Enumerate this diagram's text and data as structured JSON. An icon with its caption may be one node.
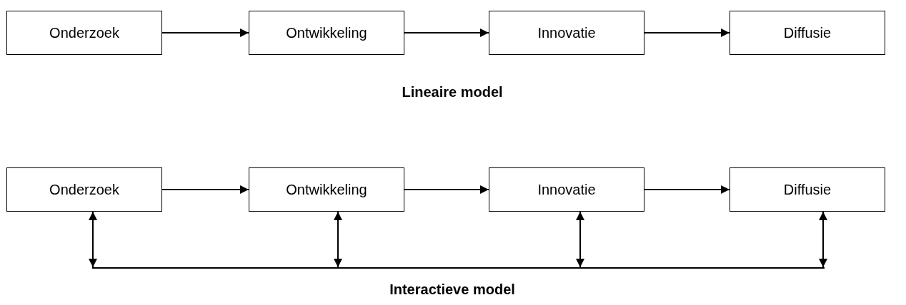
{
  "diagram": {
    "nodes": [
      {
        "text": [
          "Onderzoek"
        ]
      },
      {
        "text": [
          "Ontwikkeling"
        ]
      },
      {
        "text": [
          "Innovatie"
        ]
      },
      {
        "text": [
          "Diffusie"
        ]
      },
      {
        "text": [
          "Onderzoek"
        ]
      },
      {
        "text": [
          "Ontwikkeling"
        ]
      },
      {
        "text": [
          "Innovatie"
        ]
      },
      {
        "text": [
          "Diffusie"
        ]
      },
      {
        "text": [],
        "shape": "bar"
      }
    ],
    "edges": [
      {
        "from": 0,
        "to": 1,
        "arrow": "to"
      },
      {
        "from": 1,
        "to": 2,
        "arrow": "to"
      },
      {
        "from": 2,
        "to": 3,
        "arrow": "to"
      },
      {
        "from": 4,
        "to": 5,
        "arrow": "to"
      },
      {
        "from": 5,
        "to": 6,
        "arrow": "to"
      },
      {
        "from": 6,
        "to": 7,
        "arrow": "to"
      },
      {
        "from": 4,
        "to": 8,
        "arrow": "both"
      },
      {
        "from": 5,
        "to": 8,
        "arrow": "both"
      },
      {
        "from": 6,
        "to": 8,
        "arrow": "both"
      },
      {
        "from": 7,
        "to": 8,
        "arrow": "both"
      }
    ],
    "labels": [
      "Lineaire model",
      "Interactieve model"
    ]
  }
}
